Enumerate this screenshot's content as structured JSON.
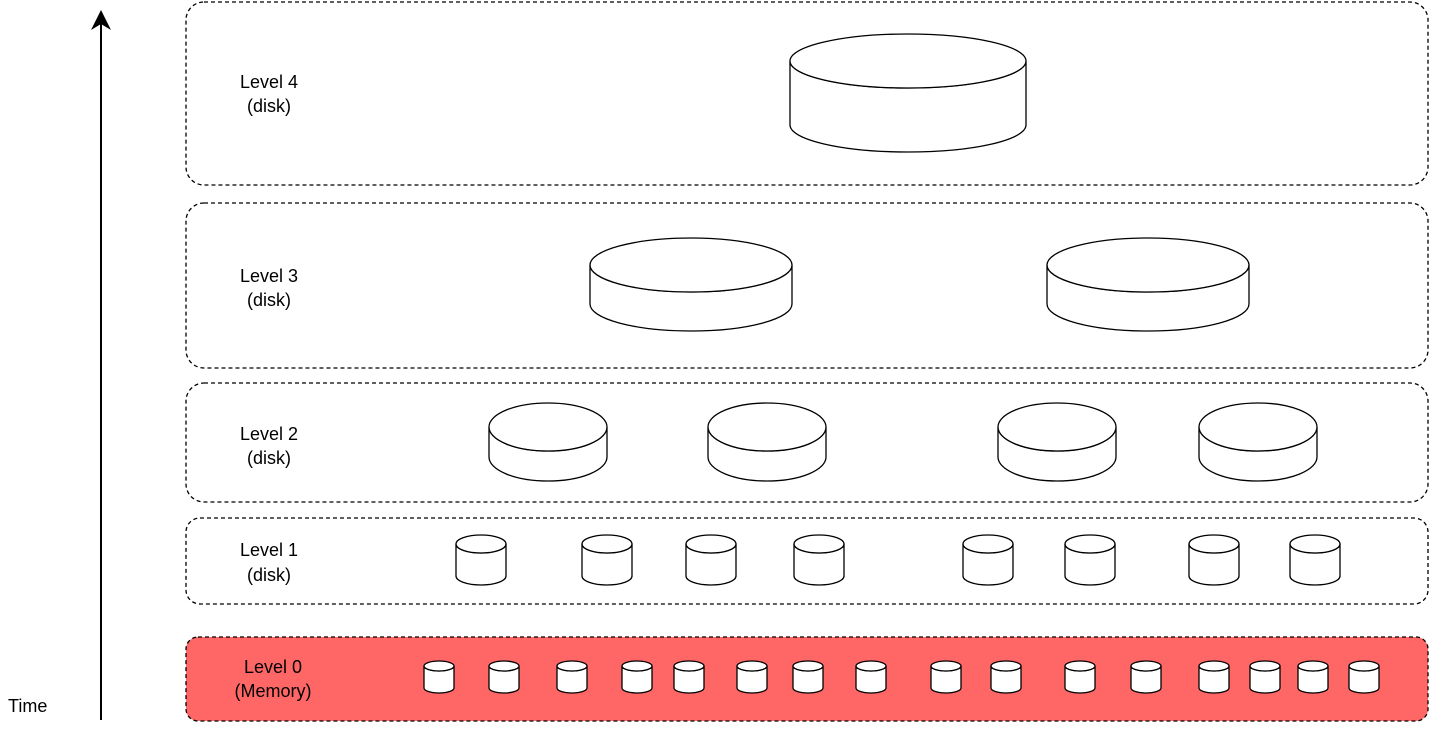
{
  "time_label": "Time",
  "levels": [
    {
      "name": "Level 4",
      "medium": "(disk)",
      "fill": "#ffffff",
      "cylinder_count": 1
    },
    {
      "name": "Level 3",
      "medium": "(disk)",
      "fill": "#ffffff",
      "cylinder_count": 2
    },
    {
      "name": "Level 2",
      "medium": "(disk)",
      "fill": "#ffffff",
      "cylinder_count": 4
    },
    {
      "name": "Level 1",
      "medium": "(disk)",
      "fill": "#ffffff",
      "cylinder_count": 8
    },
    {
      "name": "Level 0",
      "medium": "(Memory)",
      "fill": "#ff6666",
      "cylinder_count": 16
    }
  ]
}
